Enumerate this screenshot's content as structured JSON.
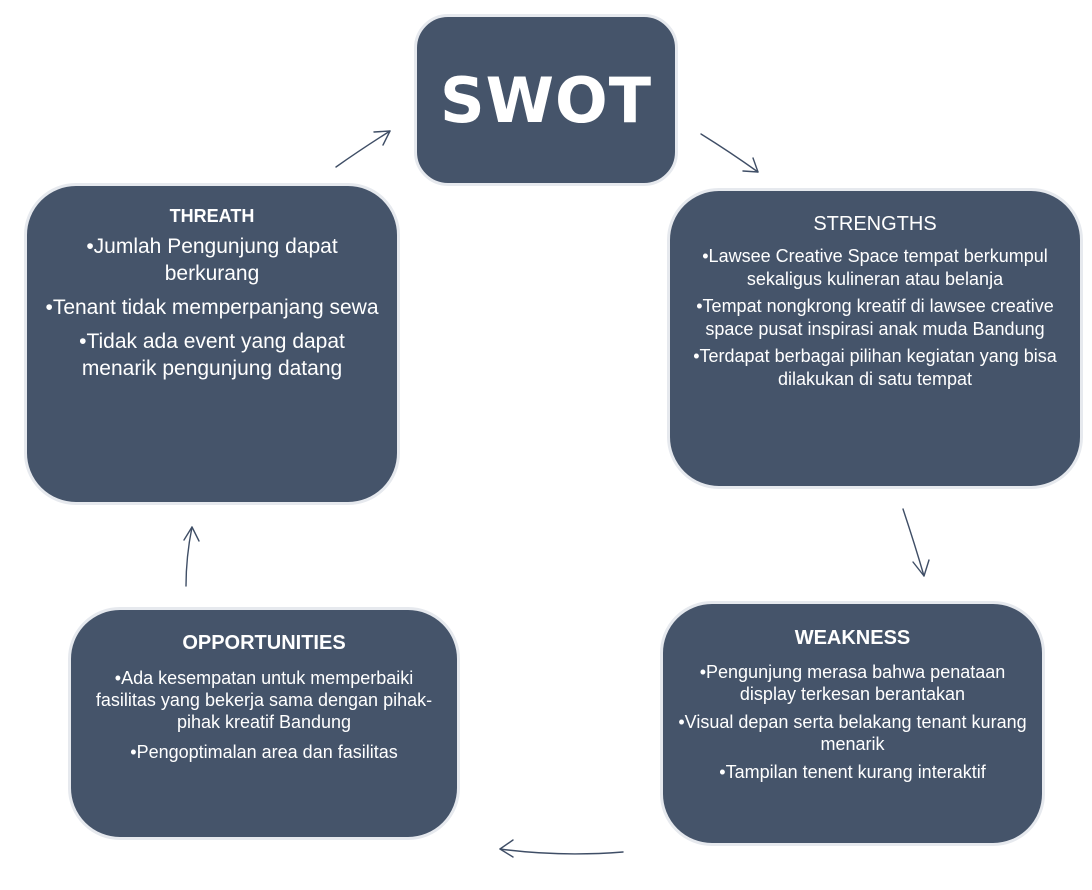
{
  "center": {
    "title": "SWOT"
  },
  "threat": {
    "title": "THREATH",
    "items": [
      "•Jumlah Pengunjung dapat berkurang",
      "•Tenant tidak memperpanjang sewa",
      "•Tidak ada event yang dapat menarik pengunjung datang"
    ]
  },
  "strengths": {
    "title": "STRENGTHS",
    "items": [
      "•Lawsee Creative Space tempat berkumpul sekaligus kulineran atau belanja",
      "•Tempat nongkrong kreatif di lawsee creative space pusat inspirasi anak muda Bandung",
      "•Terdapat berbagai pilihan kegiatan yang bisa dilakukan di satu tempat"
    ]
  },
  "weakness": {
    "title": "WEAKNESS",
    "items": [
      "•Pengunjung merasa bahwa penataan display terkesan berantakan",
      "•Visual depan serta belakang tenant kurang menarik",
      "•Tampilan tenent kurang interaktif"
    ]
  },
  "opportunities": {
    "title": "OPPORTUNITIES",
    "items": [
      "•Ada kesempatan untuk memperbaiki fasilitas yang bekerja sama dengan pihak-pihak kreatif Bandung",
      "•Pengoptimalan area dan fasilitas"
    ]
  },
  "colors": {
    "box_fill": "#45546a",
    "box_border": "#e6e9ee",
    "arrow": "#3f4e66",
    "text": "#ffffff"
  }
}
